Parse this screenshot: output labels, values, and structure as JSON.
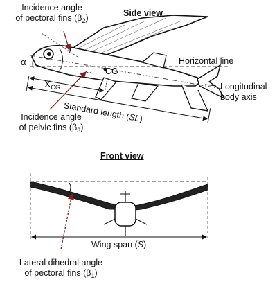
{
  "side_view": {
    "heading": "Side view",
    "label_pectoral_line1": "Incidence angle",
    "label_pectoral_line2": "of pectoral fins (β",
    "label_pectoral_sub": "2",
    "label_pectoral_end": ")",
    "label_alpha": "α",
    "label_horizontal": "Horizontal line",
    "label_cg": "CG",
    "label_xcg_main": "X",
    "label_xcg_sub": "CG",
    "label_longitudinal_line1": "Longitudinal",
    "label_longitudinal_line2": "body axis",
    "label_standard_length_prefix": "Standard length (",
    "label_standard_length_italic": "SL",
    "label_standard_length_suffix": ")",
    "label_pelvic_line1": "Incidence angle",
    "label_pelvic_line2": "of pelvic fins (β",
    "label_pelvic_sub": "3",
    "label_pelvic_end": ")"
  },
  "front_view": {
    "heading": "Front view",
    "label_wingspan_prefix": "Wing span (",
    "label_wingspan_italic": "S",
    "label_wingspan_suffix": ")",
    "label_dihedral_line1": "Lateral dihedral angle",
    "label_dihedral_line2": "of pectoral fins (β",
    "label_dihedral_sub": "1",
    "label_dihedral_end": ")"
  },
  "colors": {
    "ink": "#111111",
    "pointer": "#8b1a1a",
    "dashed": "#444444"
  }
}
